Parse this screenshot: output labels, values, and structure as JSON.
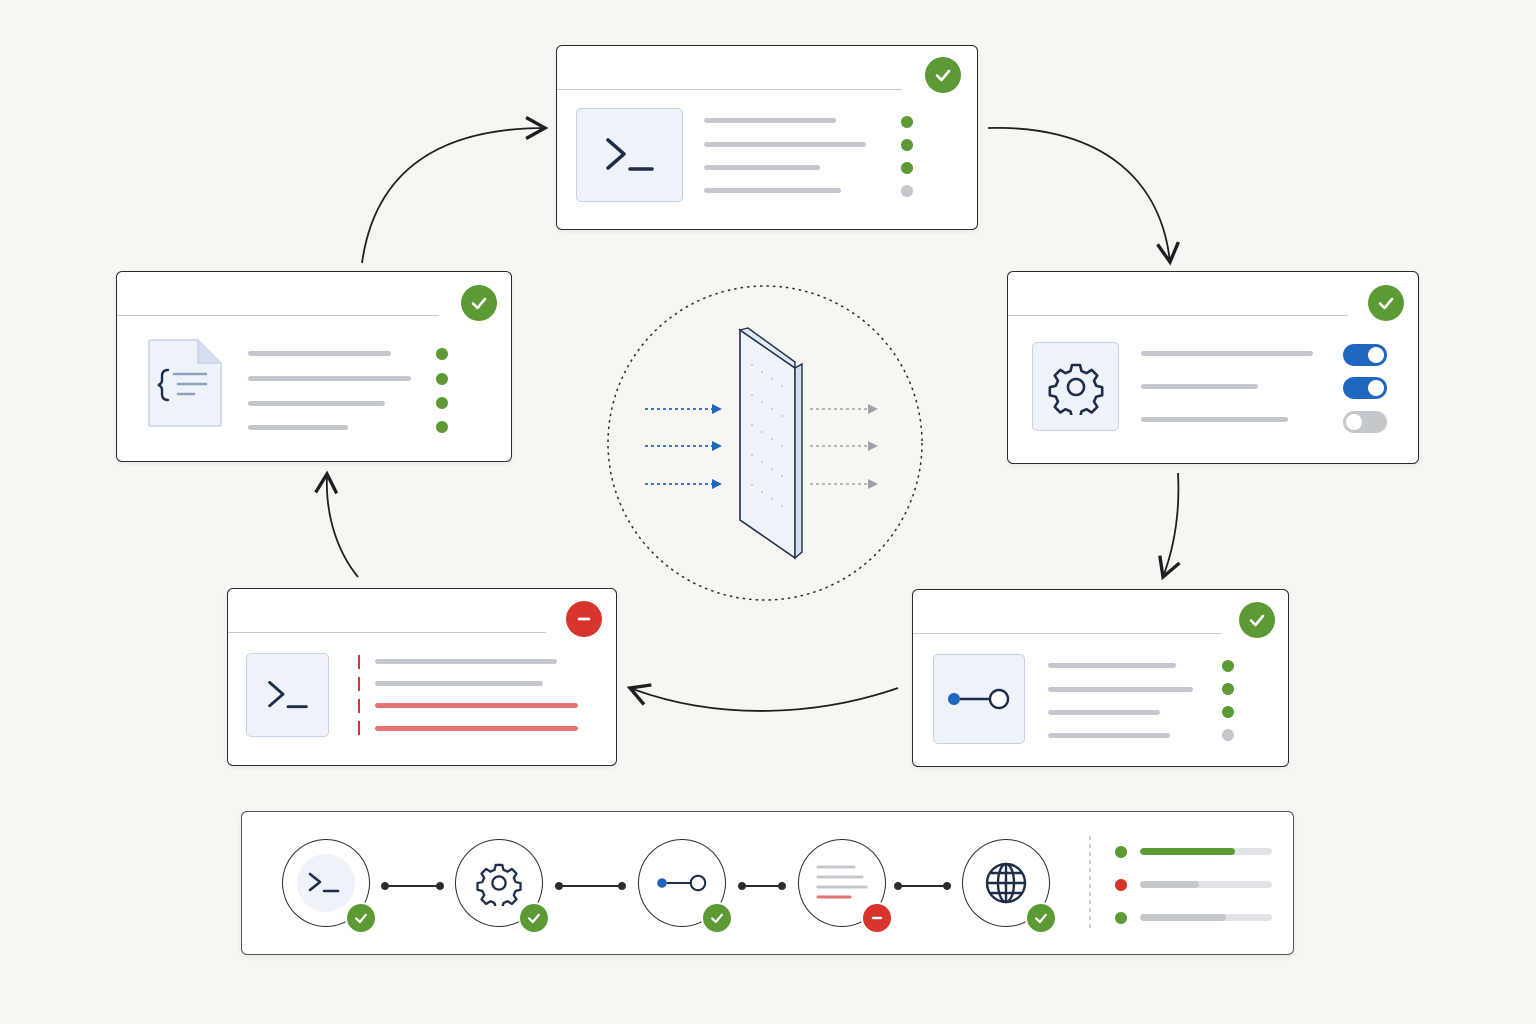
{
  "colors": {
    "success": "#5c9a35",
    "error": "#d8332d",
    "accent": "#1f66c1",
    "navy": "#1f2d4a",
    "pending": "#c4c7cc"
  },
  "cards": {
    "top": {
      "icon": "terminal-icon",
      "status": "success",
      "dots": [
        "success",
        "success",
        "success",
        "pending"
      ]
    },
    "right": {
      "icon": "gear-icon",
      "status": "success",
      "toggles": [
        true,
        true,
        false
      ]
    },
    "bottom_right": {
      "icon": "pipeline-node-icon",
      "status": "success",
      "dots": [
        "success",
        "success",
        "success",
        "pending"
      ]
    },
    "bottom_left": {
      "icon": "terminal-icon",
      "status": "error"
    },
    "left": {
      "icon": "json-file-icon",
      "status": "success",
      "dots": [
        "success",
        "success",
        "success",
        "success"
      ]
    }
  },
  "center": {
    "icon": "filter-panel-icon"
  },
  "pipeline": {
    "stages": [
      {
        "icon": "terminal-file-icon",
        "status": "success"
      },
      {
        "icon": "gear-icon",
        "status": "success"
      },
      {
        "icon": "pipeline-node-icon",
        "status": "success"
      },
      {
        "icon": "log-list-icon",
        "status": "error"
      },
      {
        "icon": "globe-icon",
        "status": "success"
      }
    ],
    "legend": [
      {
        "status": "success",
        "progress": 0.72
      },
      {
        "status": "error",
        "progress": 0.45
      },
      {
        "status": "success",
        "progress": 0.65
      }
    ]
  }
}
